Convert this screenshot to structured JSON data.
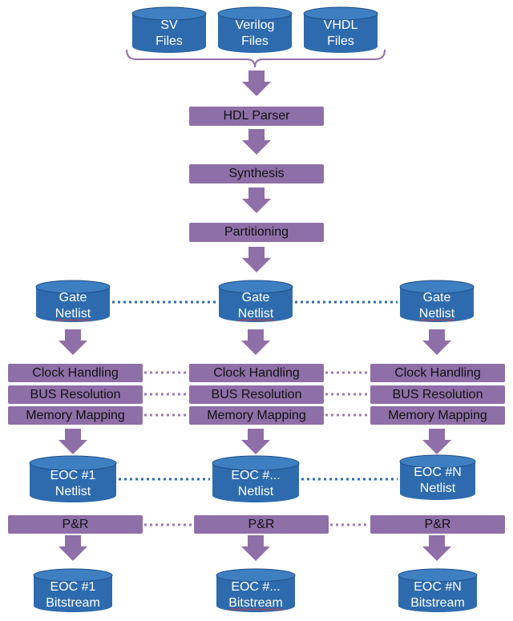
{
  "colors": {
    "cylinder": "#2E6BAE",
    "cylinder_edge": "#1F4E86",
    "cylinder_top": "#3E7FC2",
    "process": "#8F6FA8",
    "arrow": "#8F6FA8",
    "blue_dots": "#2E6BAE",
    "purple_dots": "#9A7CB3"
  },
  "inputs": [
    {
      "line1": "SV",
      "line2": "Files"
    },
    {
      "line1": "Verilog",
      "line2": "Files"
    },
    {
      "line1": "VHDL",
      "line2": "Files"
    }
  ],
  "pipeline": [
    "HDL Parser",
    "Synthesis",
    "Partitioning"
  ],
  "gate": {
    "line1": "Gate",
    "line2": "Netlist"
  },
  "steps": [
    "Clock Handling",
    "BUS Resolution",
    "Memory Mapping"
  ],
  "eoc": [
    {
      "line1": "EOC #1",
      "line2": "Netlist"
    },
    {
      "line1": "EOC #...",
      "line2": "Netlist"
    },
    {
      "line1": "EOC #N",
      "line2": "Netlist"
    }
  ],
  "pr": "P&R",
  "bitstream": [
    {
      "line1": "EOC #1",
      "line2": "Bitstream"
    },
    {
      "line1": "EOC #...",
      "line2": "Bitstream"
    },
    {
      "line1": "EOC #N",
      "line2": "Bitstream"
    }
  ]
}
